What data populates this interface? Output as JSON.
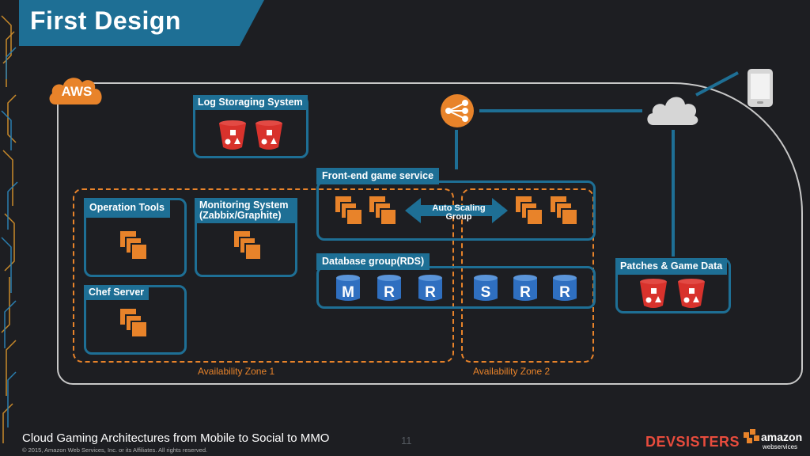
{
  "title": "First Design",
  "aws_badge": "AWS",
  "groups": {
    "log_storage": "Log Storaging System",
    "operation_tools": "Operation Tools",
    "monitoring": "Monitoring System (Zabbix/Graphite)",
    "chef_server": "Chef Server",
    "frontend": "Front-end game service",
    "database": "Database group(RDS)",
    "patches": "Patches & Game Data"
  },
  "auto_scaling": "Auto Scaling Group",
  "zones": {
    "zone1": "Availability Zone 1",
    "zone2": "Availability Zone 2"
  },
  "db_instances": [
    "M",
    "R",
    "R",
    "S",
    "R",
    "R"
  ],
  "footer": {
    "title": "Cloud Gaming Architectures from Mobile to Social to MMO",
    "copyright": "© 2015, Amazon Web Services, Inc. or its Affiliates. All rights reserved.",
    "page_number": "11",
    "brand": "DEVSISTERS",
    "amazon_logo_lines": [
      "amazon",
      "webservices"
    ]
  },
  "colors": {
    "accent_blue": "#1e6f95",
    "aws_orange": "#e8832a",
    "bucket_red": "#d8322c"
  },
  "icons": {
    "bucket": "s3-bucket-icon",
    "instances": "ec2-instances-icon",
    "load_balancer": "elb-icon",
    "cloud": "internet-cloud-icon",
    "phone": "mobile-device-icon",
    "database": "rds-database-icon"
  }
}
